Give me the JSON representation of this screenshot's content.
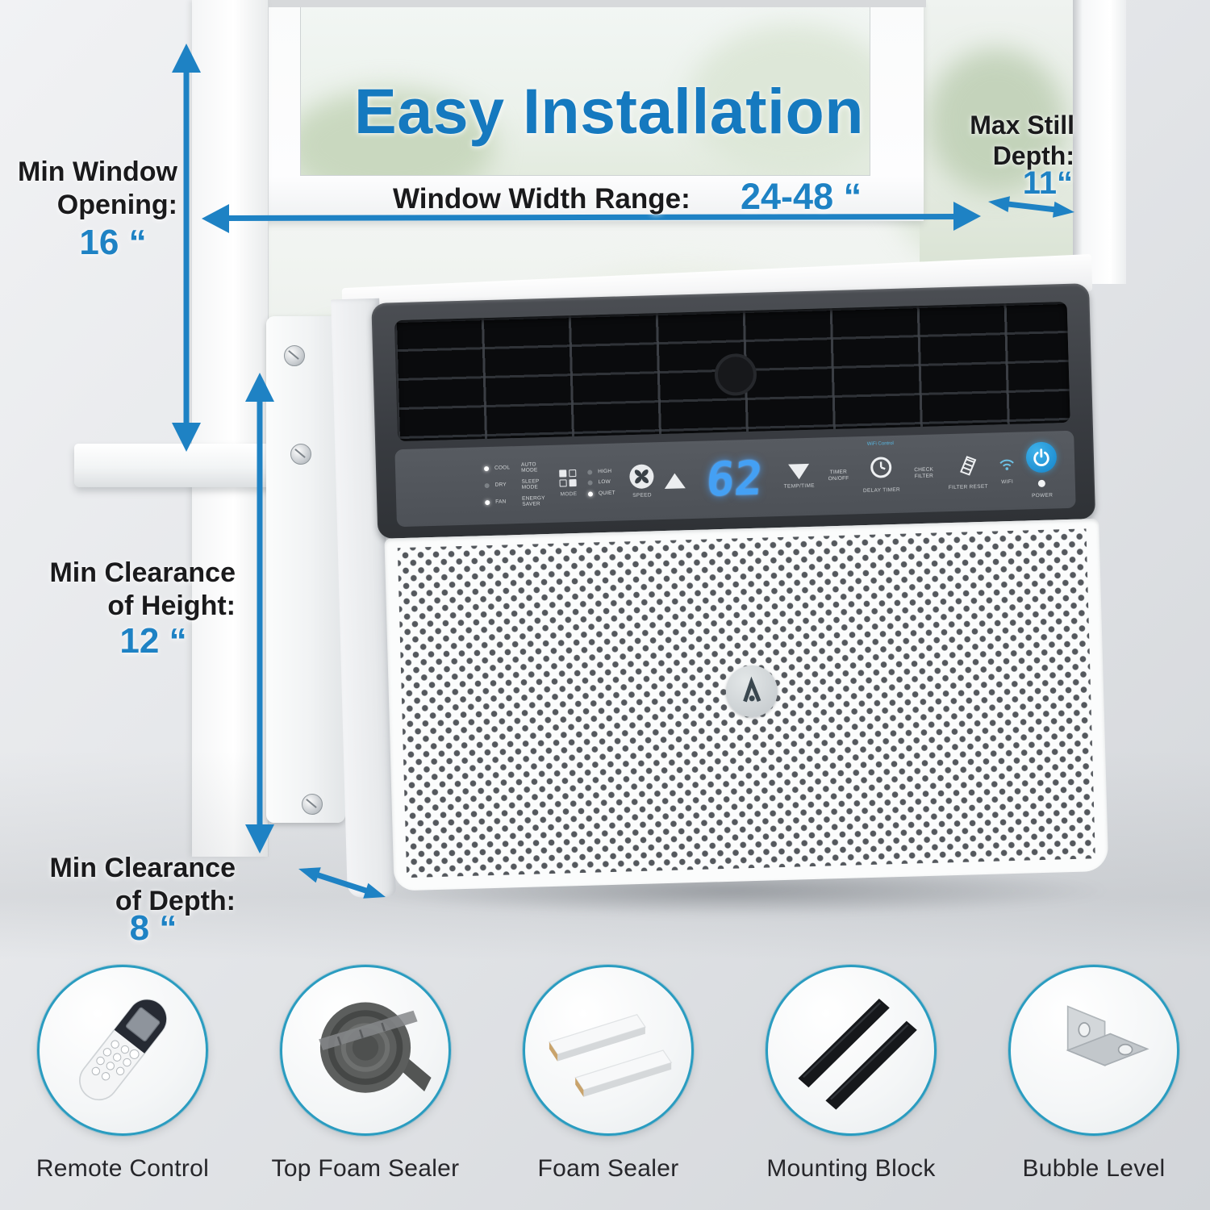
{
  "title": "Easy Installation",
  "annotations": {
    "window_width": {
      "label": "Window Width Range:",
      "value": "24-48 “"
    },
    "min_window_opening": {
      "line1": "Min Window",
      "line2": "Opening:",
      "value": "16 “"
    },
    "max_still_depth": {
      "line1": "Max Still",
      "line2": "Depth:",
      "value": "11“"
    },
    "min_clearance_height": {
      "line1": "Min Clearance",
      "line2": "of Height:",
      "value": "12 “"
    },
    "min_clearance_depth": {
      "line1": "Min Clearance",
      "line2": "of Depth:",
      "value": "8 “"
    }
  },
  "panel": {
    "display": "62",
    "mode_leds": [
      "COOL",
      "DRY",
      "FAN"
    ],
    "mode_options": [
      "AUTO MODE",
      "SLEEP MODE",
      "ENERGY SAVER"
    ],
    "mode_button": "MODE",
    "speed_options": [
      "HIGH",
      "LOW",
      "QUIET"
    ],
    "speed_button": "SPEED",
    "temp_time_label": "TEMP/TIME",
    "timer_label": "TIMER ON/OFF",
    "delay_timer_label": "DELAY TIMER",
    "check_filter_label": "CHECK FILTER",
    "filter_reset_label": "FILTER RESET",
    "wifi_label": "WIFI",
    "wifi_note": "WiFi Control",
    "power_label": "POWER"
  },
  "accessories": [
    {
      "name": "Remote Control"
    },
    {
      "name": "Top Foam Sealer"
    },
    {
      "name": "Foam Sealer"
    },
    {
      "name": "Mounting Block"
    },
    {
      "name": "Bubble Level"
    }
  ],
  "colors": {
    "accent_blue": "#1e82c4",
    "title_blue": "#1579bf",
    "circle_border": "#2a9cc0",
    "display_blue": "#44a0f4"
  }
}
